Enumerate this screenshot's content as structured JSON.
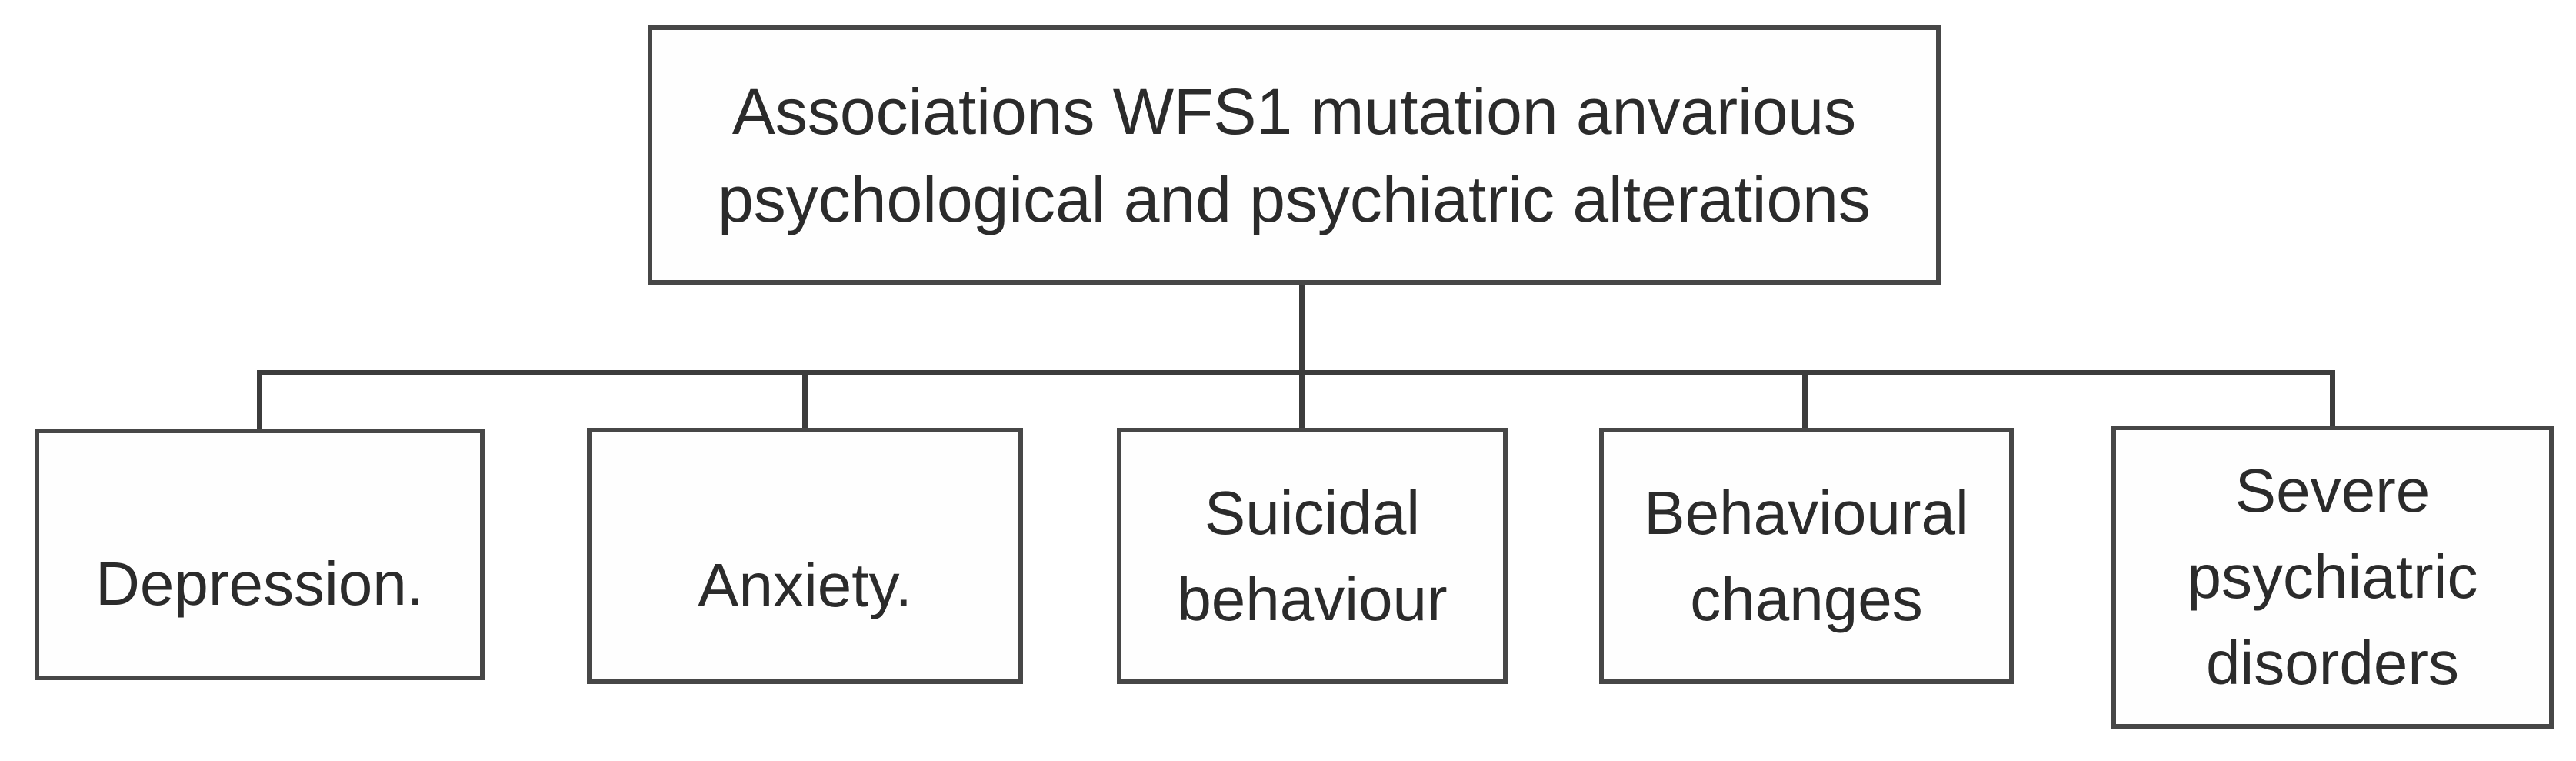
{
  "diagram": {
    "root": {
      "label": "Associations WFS1 mutation anvarious\npsychological and psychiatric alterations"
    },
    "children": [
      {
        "label": "Depression."
      },
      {
        "label": "Anxiety."
      },
      {
        "label": "Suicidal\nbehaviour"
      },
      {
        "label": "Behavioural\nchanges"
      },
      {
        "label": "Severe\npsychiatric\ndisorders"
      }
    ],
    "colors": {
      "line": "#3c3c3c",
      "border": "#474747",
      "text": "#2b2b2b",
      "background": "#ffffff"
    }
  }
}
